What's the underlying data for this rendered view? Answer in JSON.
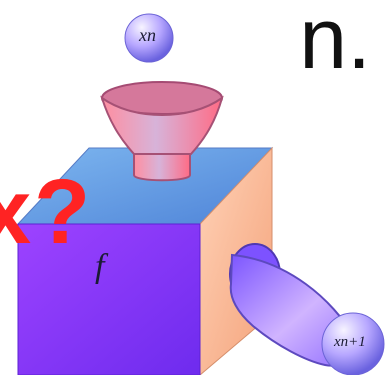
{
  "headline_text": "n.",
  "question_prefix": "x",
  "question_mark": "?",
  "function_label": "f",
  "input_ball_label": "xn",
  "output_ball_label": "xn+1",
  "colors": {
    "box_front": "#8A34F6",
    "box_top": "#6FA8E8",
    "box_side": "#FFB38F",
    "accent_red": "#FF2323",
    "text_dark": "#111111"
  }
}
